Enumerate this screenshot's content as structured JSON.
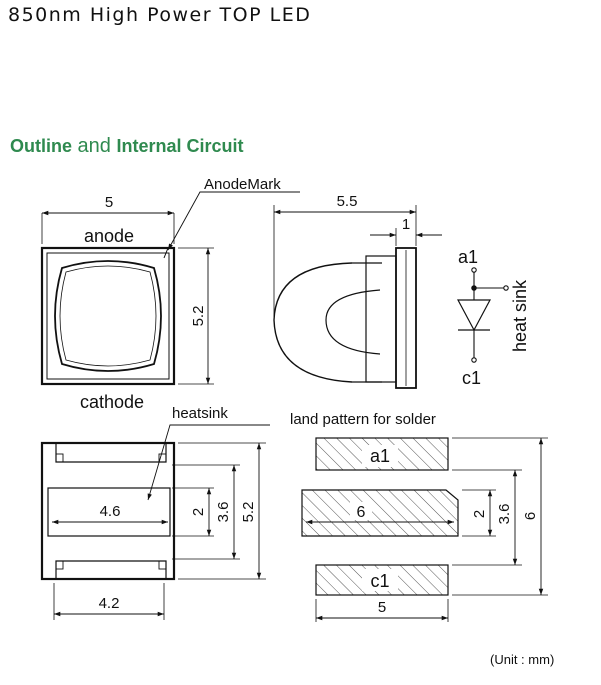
{
  "header": {
    "title": "850nm High Power TOP LED"
  },
  "section": {
    "part1": "Outline",
    "part2": " and ",
    "part3": "Internal Circuit"
  },
  "top_view": {
    "width": "5",
    "height": "5.2",
    "top_label": "anode",
    "bottom_label": "cathode",
    "mark_label": "AnodeMark"
  },
  "side_view": {
    "length": "5.5",
    "lead": "1"
  },
  "circuit": {
    "anode": "a1",
    "cathode": "c1",
    "heat_sink": "heat sink"
  },
  "bottom_view": {
    "heatsink_label": "heatsink",
    "pad_width": "4.6",
    "bottom_width": "4.2",
    "dim_2": "2",
    "dim_36": "3.6",
    "dim_52": "5.2"
  },
  "land_pattern": {
    "label": "land pattern for solder",
    "pad_a": "a1",
    "pad_c": "c1",
    "center_width": "6",
    "width": "5",
    "dim_2": "2",
    "dim_36": "3.6",
    "height": "6"
  },
  "footer": {
    "unit": "(Unit : mm)"
  }
}
